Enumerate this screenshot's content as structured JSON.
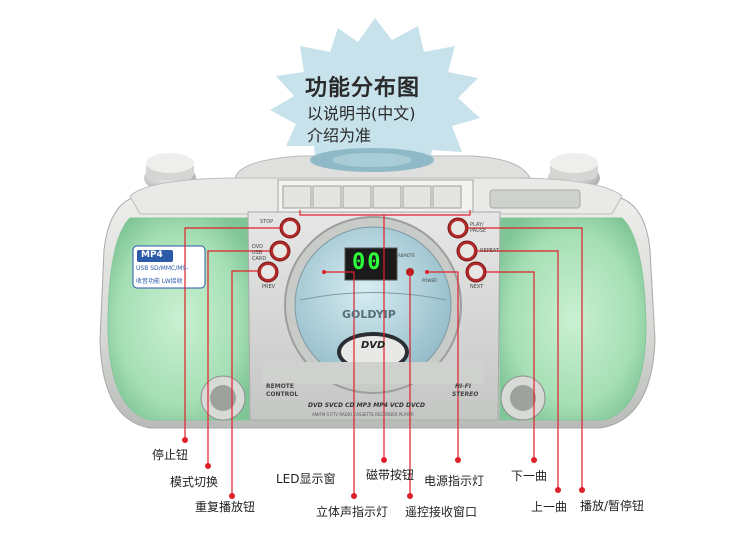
{
  "callout": {
    "title": "功能分布图",
    "line1": "以说明书(中文)",
    "line2": "介绍为准"
  },
  "device": {
    "brand": "GOLDYIP",
    "display_digits": "00",
    "badge_top": "MP4",
    "badge_line2": "USB SD/MMC/MS-",
    "badge_line3": "收音功能 LW接收",
    "disc_logo": "DVD",
    "left_text1": "REMOTE",
    "left_text2": "CONTROL",
    "right_text1": "HI-FI",
    "right_text2": "STEREO",
    "formats": "DVD SVCD CD MP3 MP4 VCD DVCD",
    "subformats": "AM/FM ST/TV RADIO CASSETTE RECORDER PLAYER",
    "btn_stop": "STOP",
    "btn_mode": "DVD USB CARD",
    "btn_prev": "PREV",
    "btn_play": "PLAY/ PAUSE",
    "btn_repeat": "REPEAT",
    "btn_next": "NEXT",
    "remote_small": "REMOTE",
    "power_small": "POWER"
  },
  "labels": {
    "stop": "停止钮",
    "mode": "模式切换",
    "repeat": "重复播放钮",
    "led": "LED显示窗",
    "stereo": "立体声指示灯",
    "tape": "磁带按钮",
    "remote": "遥控接收窗口",
    "power": "电源指示灯",
    "next": "下一曲",
    "prev": "上一曲",
    "play": "播放/暂停钮"
  },
  "colors": {
    "callout_bg": "#c8e2ec",
    "speaker": "#9fdcb0",
    "body": "#d9dbd8",
    "line": "#e0202a",
    "display": "#1a1a1a"
  }
}
